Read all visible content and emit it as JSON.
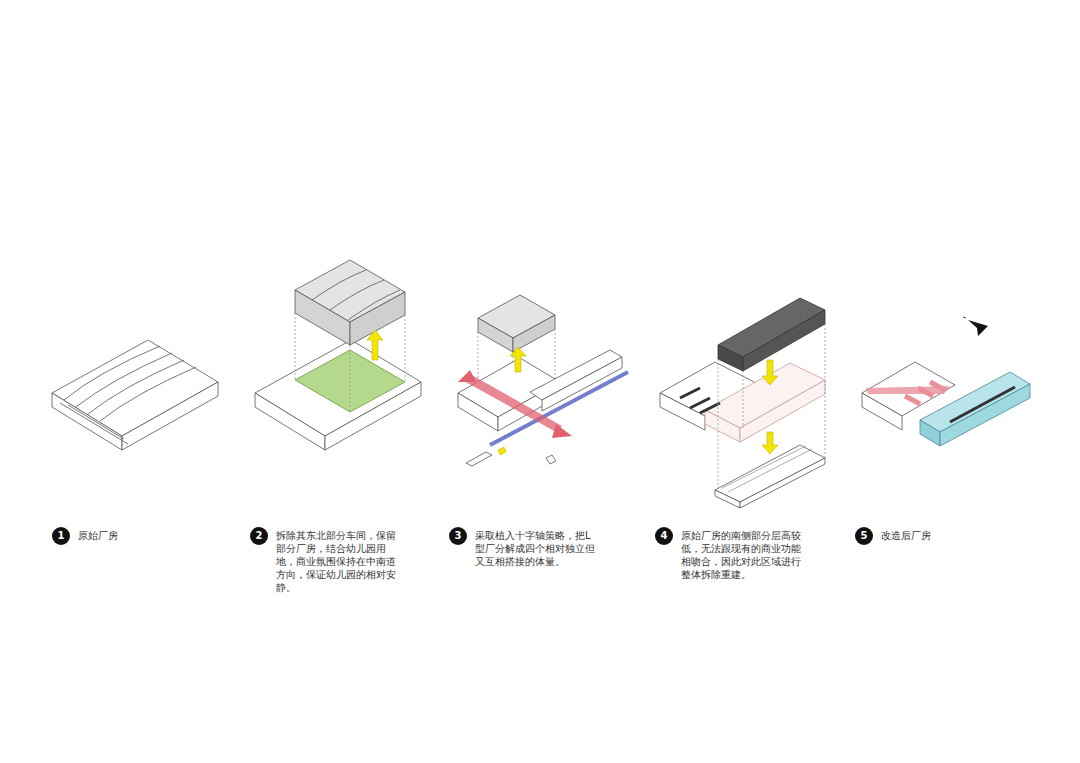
{
  "diagram": {
    "nodes": [
      {
        "text": [
          "1",
          "原始厂房"
        ]
      },
      {
        "text": [
          "2",
          "拆除其东北部分车间，保留部分厂房，结合幼儿园用地，商业氛围保持在中南道方向，保证幼儿园的相对安静。"
        ]
      },
      {
        "text": [
          "3",
          "采取植入十字轴策略，把L型厂分解成四个相对独立但又互相搭接的体量。"
        ]
      },
      {
        "text": [
          "4",
          "原始厂房的南侧部分层高较低，无法跟现有的商业功能相吻合，因此对此区域进行整体拆除重建。"
        ]
      },
      {
        "text": [
          "5",
          "改造后厂房"
        ]
      }
    ]
  }
}
